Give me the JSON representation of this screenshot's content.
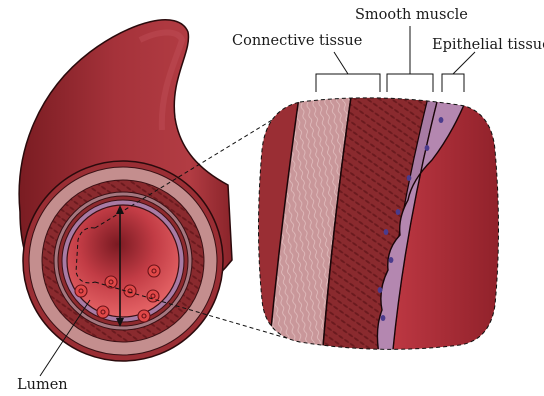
{
  "labels": {
    "connective": "Connective tissue",
    "smooth": "Smooth muscle",
    "epithelial": "Epithelial tissue",
    "lumen": "Lumen"
  },
  "colors": {
    "vessel_dark": "#8e2228",
    "vessel_mid": "#a8343a",
    "connective": "#c58f8f",
    "muscle": "#8e2a2e",
    "epithelial": "#a87ba4",
    "lumen": "#e85a5a",
    "nuclei": "#4b3b8c"
  }
}
